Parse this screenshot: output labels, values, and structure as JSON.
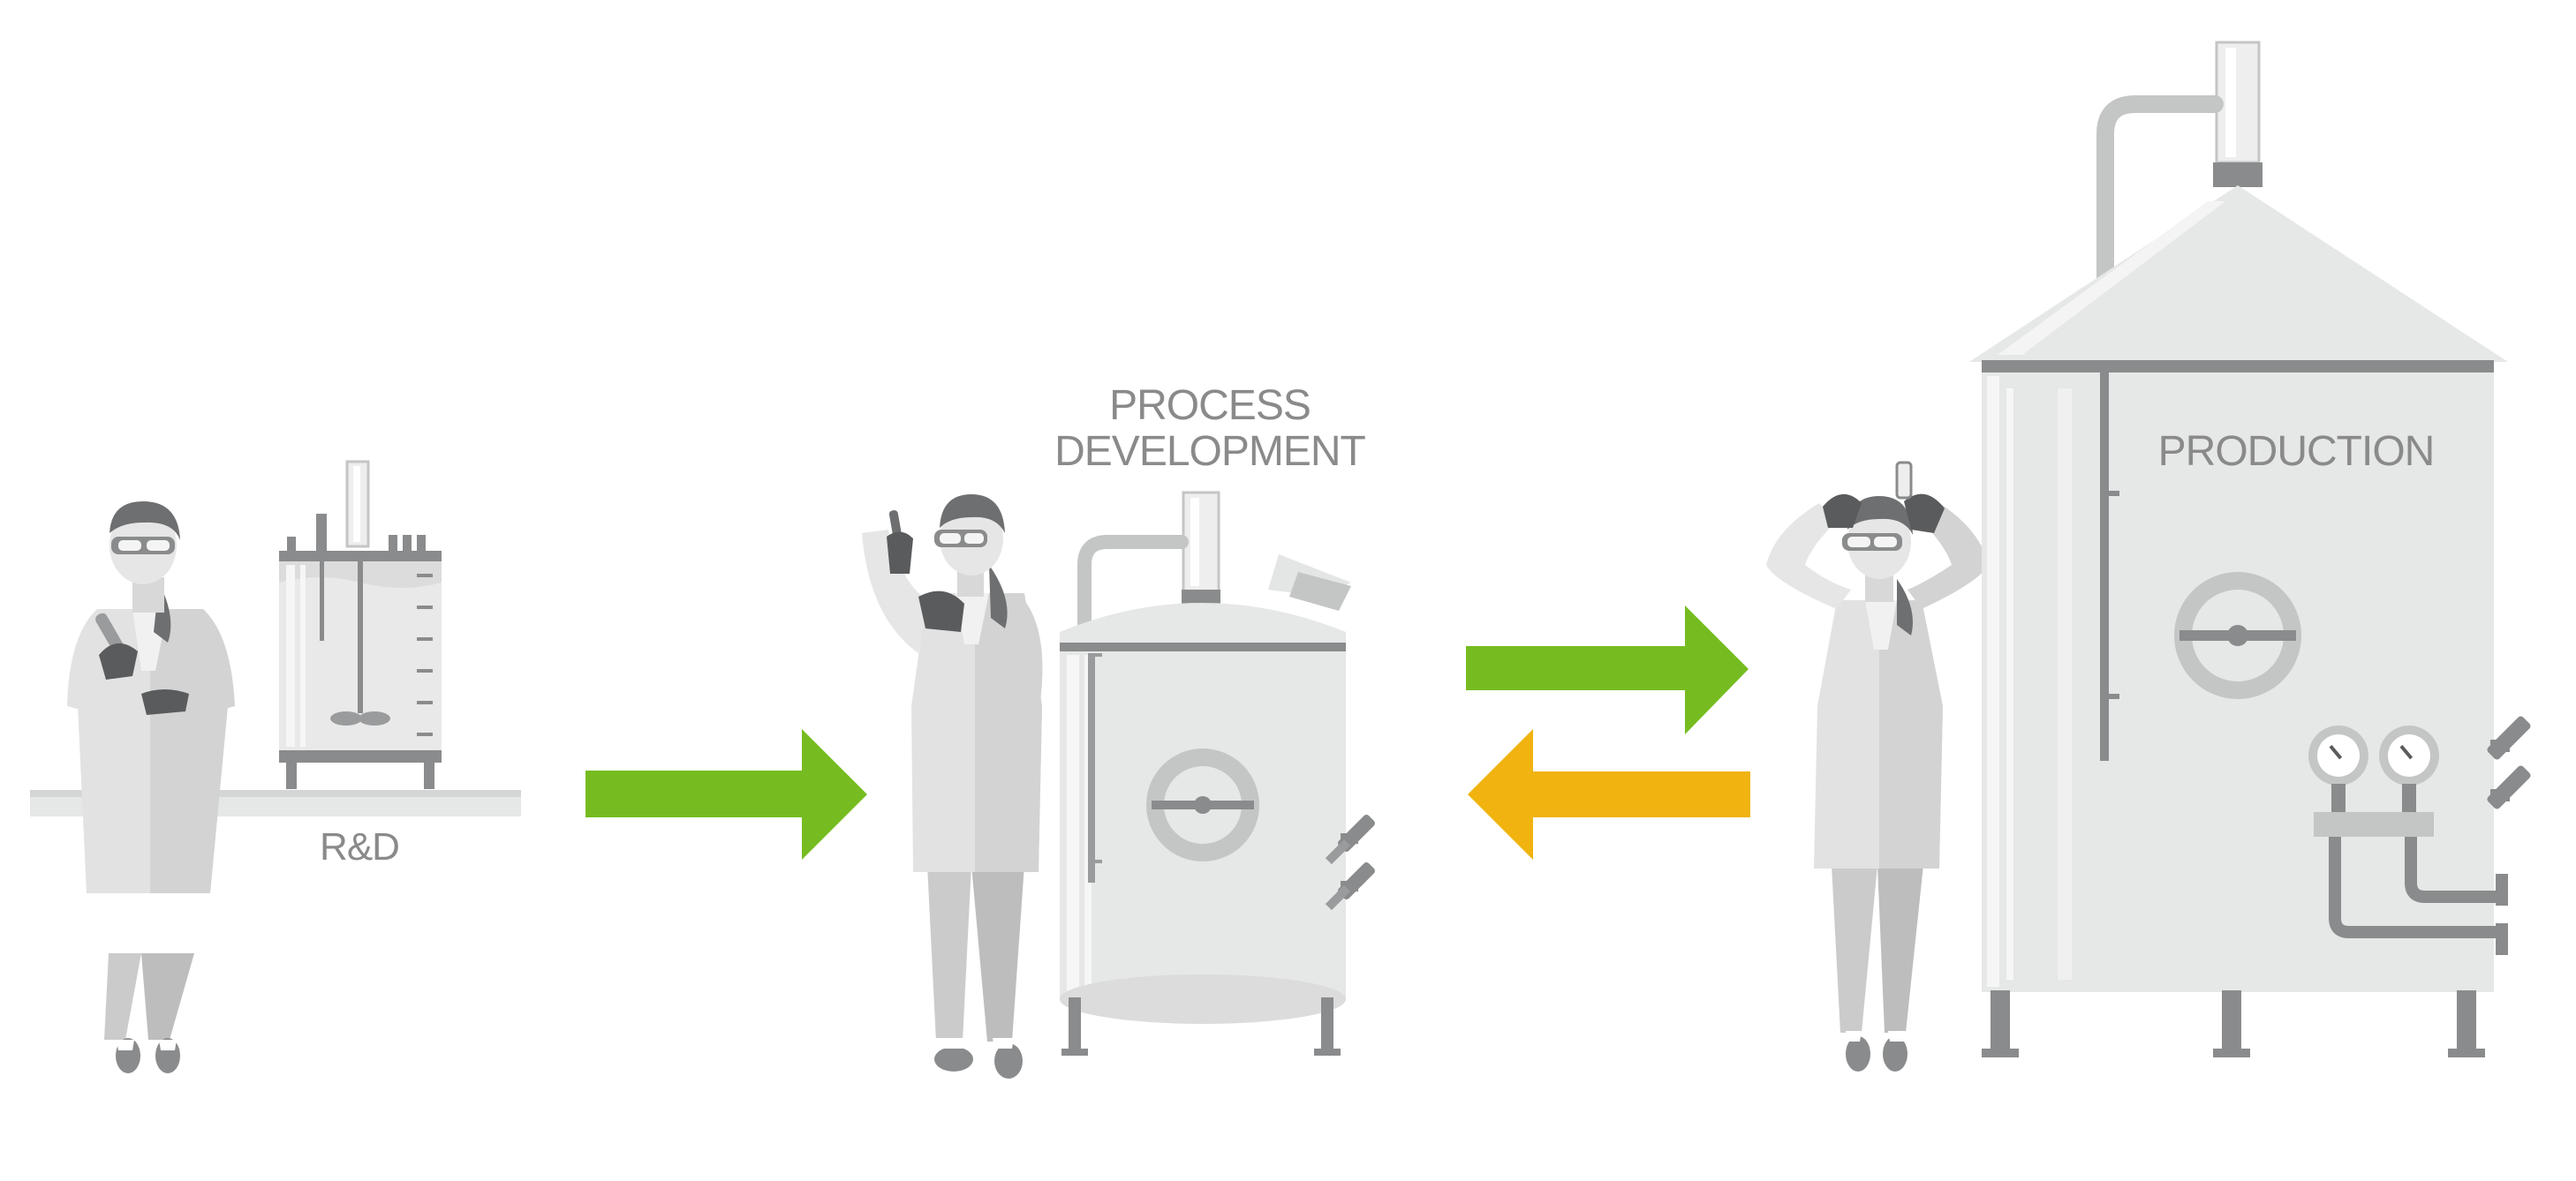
{
  "labels": {
    "rd": "R&D",
    "process_development_line1": "PROCESS",
    "process_development_line2": "DEVELOPMENT",
    "production": "PRODUCTION"
  },
  "colors": {
    "forward_arrow": "#76bc21",
    "feedback_arrow": "#f0b30f",
    "label_text": "#8a8a8a",
    "equipment_light": "#e6e7e7",
    "equipment_mid": "#c4c5c5",
    "equipment_dark": "#8a8b8c"
  },
  "icons": {
    "scientists": [
      "scientist-rd-icon",
      "scientist-process-icon",
      "scientist-production-icon"
    ],
    "vessels": [
      "lab-bioreactor-icon",
      "pilot-tank-icon",
      "production-silo-icon"
    ]
  }
}
